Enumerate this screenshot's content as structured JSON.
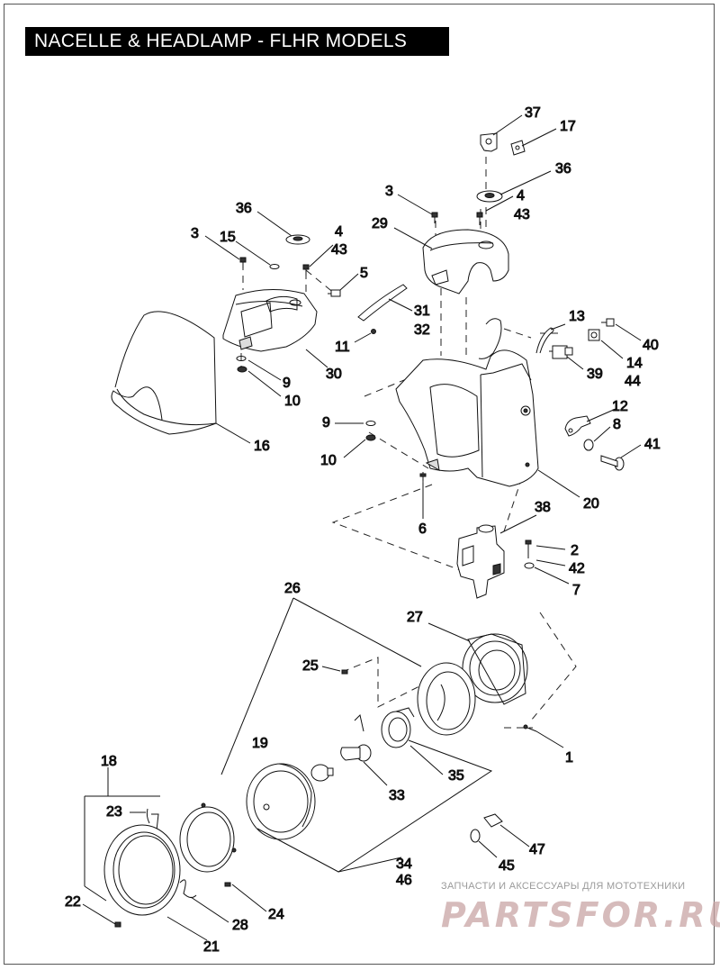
{
  "title": "NACELLE & HEADLAMP - FLHR MODELS",
  "watermark": {
    "top_text": "ЗАПЧАСТИ И АКСЕССУАРЫ ДЛЯ МОТОТЕХНИКИ",
    "logo_text": "PARTSFOR.RU"
  },
  "callouts": {
    "c37": "37",
    "c17": "17",
    "c36a": "36",
    "c3a": "3",
    "c4a": "4",
    "c43a": "43",
    "c29": "29",
    "c36b": "36",
    "c4b": "4",
    "c43b": "43",
    "c3b": "3",
    "c15": "15",
    "c5": "5",
    "c31": "31",
    "c32": "32",
    "c11": "11",
    "c13": "13",
    "c40": "40",
    "c14": "14",
    "c44": "44",
    "c39": "39",
    "c30": "30",
    "c9a": "9",
    "c10a": "10",
    "c12": "12",
    "c8": "8",
    "c41": "41",
    "c9b": "9",
    "c10b": "10",
    "c16": "16",
    "c20": "20",
    "c6": "6",
    "c38": "38",
    "c2": "2",
    "c42": "42",
    "c7": "7",
    "c26": "26",
    "c27": "27",
    "c25": "25",
    "c1": "1",
    "c19": "19",
    "c35": "35",
    "c33": "33",
    "c18": "18",
    "c23": "23",
    "c34": "34",
    "c46": "46",
    "c47": "47",
    "c45": "45",
    "c22": "22",
    "c28": "28",
    "c24": "24",
    "c21": "21"
  }
}
